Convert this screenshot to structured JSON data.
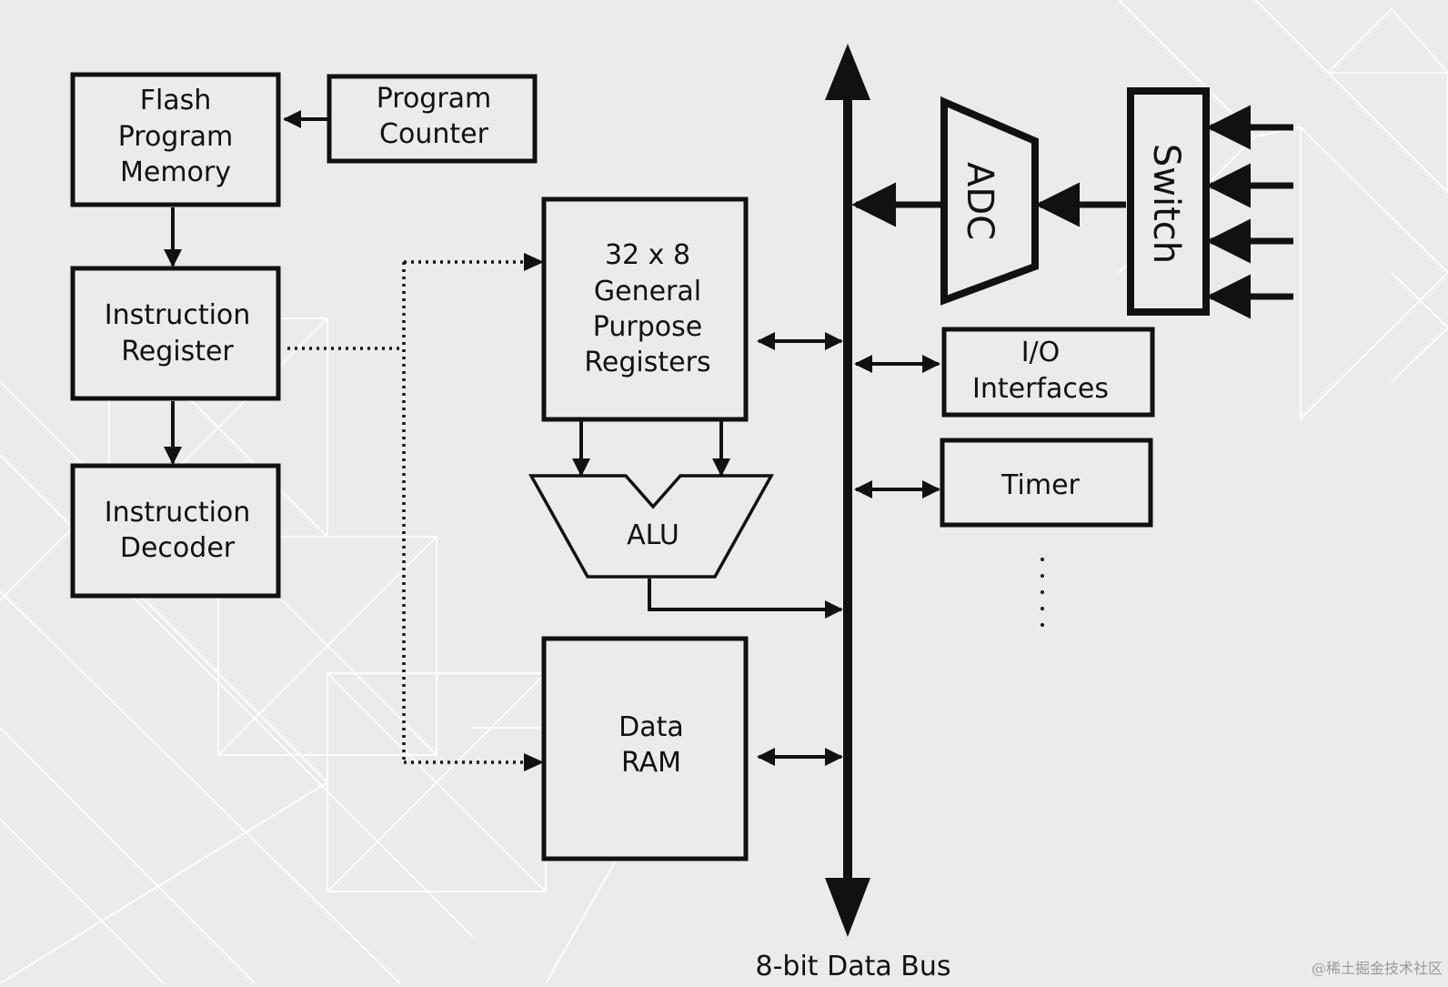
{
  "blocks": {
    "flash": [
      "Flash",
      "Program",
      "Memory"
    ],
    "pc": [
      "Program",
      "Counter"
    ],
    "ir": [
      "Instruction",
      "Register"
    ],
    "id": [
      "Instruction",
      "Decoder"
    ],
    "gpr": [
      "32 x 8",
      "General",
      "Purpose",
      "Registers"
    ],
    "alu": "ALU",
    "ram": [
      "Data",
      "RAM"
    ],
    "adc": "ADC",
    "switch": "Switch",
    "io": [
      "I/O",
      "Interfaces"
    ],
    "timer": "Timer"
  },
  "bus_label": "8-bit Data Bus",
  "watermark": "@稀土掘金技术社区",
  "colors": {
    "line": "#111111",
    "background": "#ebebeb",
    "pattern": "#ffffff"
  }
}
